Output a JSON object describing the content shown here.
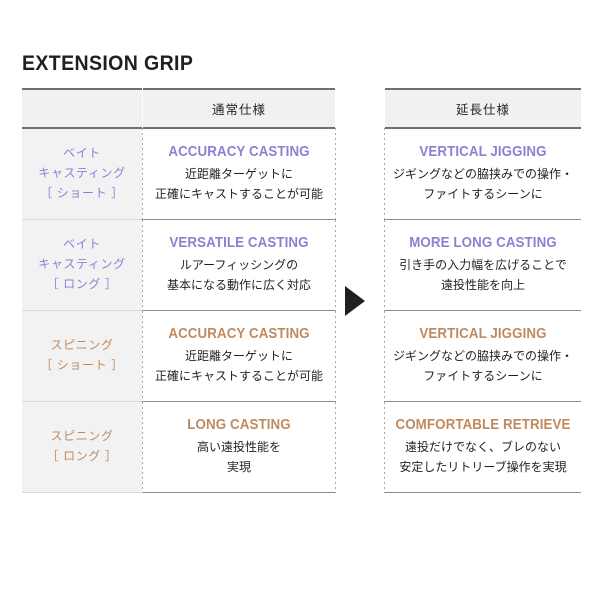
{
  "page": {
    "title": "EXTENSION GRIP",
    "background_color": "#ffffff"
  },
  "colors": {
    "purple": "#8f7fd3",
    "tan": "#c08a5e",
    "text": "#231f20",
    "header_band": "#f1f1f2",
    "label_cell": "#f2f2f3",
    "rule": "#6f6f71"
  },
  "table": {
    "headers": {
      "label": "",
      "standard": "通常仕様",
      "extension": "延長仕様"
    },
    "rows": [
      {
        "label_lines": [
          "ベイト",
          "キャスティング",
          "［ ショート ］"
        ],
        "label_color": "purple",
        "standard": {
          "head": "ACCURACY CASTING",
          "desc_lines": [
            "近距離ターゲットに",
            "正確にキャストすることが可能"
          ],
          "color": "purple"
        },
        "extension": {
          "head": "VERTICAL JIGGING",
          "desc_lines": [
            "ジギングなどの脇挟みでの操作・",
            "ファイトするシーンに"
          ],
          "color": "purple"
        }
      },
      {
        "label_lines": [
          "ベイト",
          "キャスティング",
          "［ ロング ］"
        ],
        "label_color": "purple",
        "standard": {
          "head": "VERSATILE CASTING",
          "desc_lines": [
            "ルアーフィッシングの",
            "基本になる動作に広く対応"
          ],
          "color": "purple"
        },
        "extension": {
          "head": "MORE LONG CASTING",
          "desc_lines": [
            "引き手の入力幅を広げることで",
            "遠投性能を向上"
          ],
          "color": "purple"
        }
      },
      {
        "label_lines": [
          "スピニング",
          "［ ショート ］"
        ],
        "label_color": "tan",
        "standard": {
          "head": "ACCURACY CASTING",
          "desc_lines": [
            "近距離ターゲットに",
            "正確にキャストすることが可能"
          ],
          "color": "tan"
        },
        "extension": {
          "head": "VERTICAL JIGGING",
          "desc_lines": [
            "ジギングなどの脇挟みでの操作・",
            "ファイトするシーンに"
          ],
          "color": "tan"
        }
      },
      {
        "label_lines": [
          "スピニング",
          "［ ロング ］"
        ],
        "label_color": "tan",
        "standard": {
          "head": "LONG CASTING",
          "desc_lines": [
            "高い遠投性能を",
            "実現"
          ],
          "color": "tan"
        },
        "extension": {
          "head": "COMFORTABLE RETRIEVE",
          "desc_lines": [
            "遠投だけでなく、ブレのない",
            "安定したリトリーブ操作を実現"
          ],
          "color": "tan"
        }
      }
    ],
    "arrow": {
      "icon": "triangle-right-icon",
      "direction": "right"
    }
  }
}
